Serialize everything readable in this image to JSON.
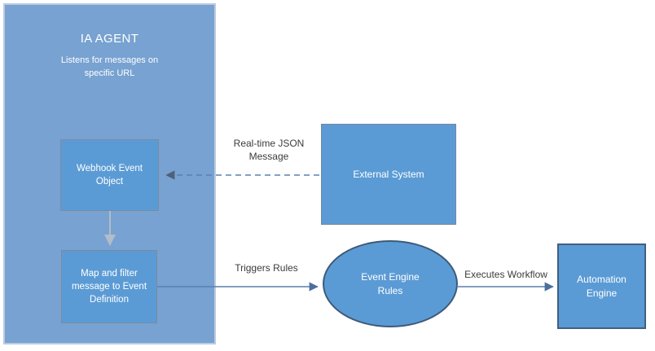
{
  "diagram": {
    "agent": {
      "title": "IA AGENT",
      "subtitle": "Listens for messages on specific URL"
    },
    "nodes": {
      "webhook": {
        "label": "Webhook Event Object",
        "shape": "rectangle"
      },
      "map_filter": {
        "label": "Map and filter message to Event Definition",
        "shape": "rectangle"
      },
      "external": {
        "label": "External System",
        "shape": "rectangle"
      },
      "event_engine": {
        "label": "Event Engine Rules",
        "shape": "ellipse"
      },
      "automation": {
        "label": "Automation Engine",
        "shape": "rectangle"
      }
    },
    "connectors": {
      "json_message": {
        "label": "Real-time JSON Message",
        "style": "dashed",
        "from": "external",
        "to": "webhook"
      },
      "webhook_to_map": {
        "label": "",
        "style": "solid",
        "from": "webhook",
        "to": "map_filter"
      },
      "triggers": {
        "label": "Triggers Rules",
        "style": "solid",
        "from": "map_filter",
        "to": "event_engine"
      },
      "executes": {
        "label": "Executes Workflow",
        "style": "solid",
        "from": "event_engine",
        "to": "automation"
      }
    },
    "colors": {
      "node_fill": "#5b9bd5",
      "agent_fill": "#77a2d1",
      "agent_border": "#bccbdf",
      "box_border_gray": "#7b8aa0",
      "ellipse_border": "#3d5a78",
      "automation_border": "#40607f",
      "connector_blue": "#5b7fae",
      "connector_dashed": "#5c80b2",
      "connector_gray": "#b3bcc9",
      "label_text": "#3b3b3b",
      "node_text": "#ffffff"
    }
  }
}
